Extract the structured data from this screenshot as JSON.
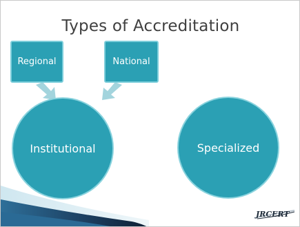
{
  "slide": {
    "title": "Types of Accreditation",
    "boxes": {
      "regional": "Regional",
      "national": "National"
    },
    "circles": {
      "institutional": "Institutional",
      "specialized": "Specialized"
    },
    "logo_text": "JRCERT"
  },
  "colors": {
    "shape_fill": "#2ba0b4",
    "arrow_fill": "#a3d4dd",
    "title_text": "#404040",
    "swoosh_dark": "#1b3d5e"
  }
}
